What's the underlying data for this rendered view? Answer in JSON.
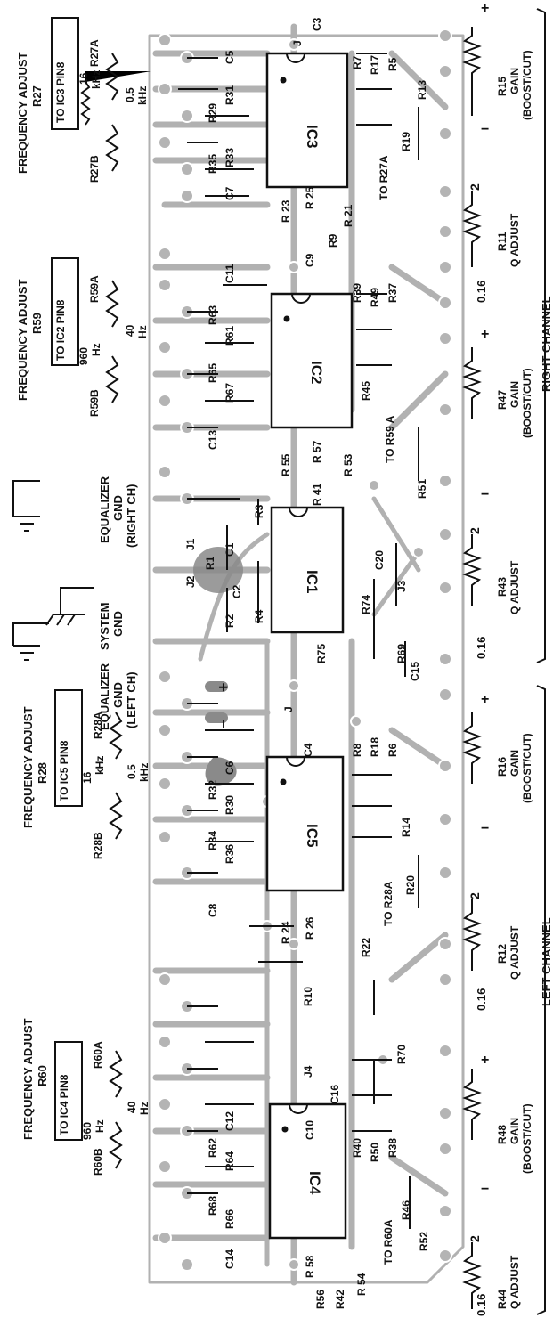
{
  "colors": {
    "ink": "#111111",
    "trace": "#a9a9a9",
    "pad": "#b4b4b4",
    "paper": "#ffffff",
    "blob": "#8a8a8a"
  },
  "channels": {
    "right": "RIGHT CHANNEL",
    "left": "LEFT CHANNEL"
  },
  "ground": {
    "eq_right": [
      "EQUALIZER",
      "GND",
      "(RIGHT CH)"
    ],
    "eq_left": [
      "EQUALIZER",
      "GND",
      "(LEFT CH)"
    ],
    "system": [
      "SYSTEM",
      "GND"
    ]
  },
  "ics": {
    "ic1": "IC1",
    "ic2": "IC2",
    "ic3": "IC3",
    "ic4": "IC4",
    "ic5": "IC5"
  },
  "freq_blocks": {
    "r27": {
      "title": "FREQUENCY ADJUST",
      "ref": "R27",
      "to_pin": "TO IC3 PIN8",
      "pot_a": "R27A",
      "pot_b": "R27B",
      "hi": [
        "16",
        "kHz"
      ],
      "lo": [
        "0.5",
        "kHz"
      ]
    },
    "r59": {
      "title": "FREQUENCY ADJUST",
      "ref": "R59",
      "to_pin": "TO IC2 PIN8",
      "pot_a": "R59A",
      "pot_b": "R59B",
      "hi": [
        "960",
        "Hz"
      ],
      "lo": [
        "40",
        "Hz"
      ]
    },
    "r28": {
      "title": "FREQUENCY ADJUST",
      "ref": "R28",
      "to_pin": "TO IC5 PIN8",
      "pot_a": "R28A",
      "pot_b": "R28B",
      "hi": [
        "16",
        "kHz"
      ],
      "lo": [
        "0.5",
        "kHz"
      ]
    },
    "r60": {
      "title": "FREQUENCY ADJUST",
      "ref": "R60",
      "to_pin": "TO IC4 PIN8",
      "pot_a": "R60A",
      "pot_b": "R60B",
      "hi": [
        "960",
        "Hz"
      ],
      "lo": [
        "40",
        "Hz"
      ]
    }
  },
  "bottom_pots": {
    "r15": {
      "ref": "R15",
      "name": [
        "GAIN",
        "(BOOST/CUT)"
      ],
      "plus": "+",
      "minus": "−"
    },
    "r11": {
      "ref": "R11",
      "name": [
        "Q ADJUST"
      ],
      "val_hi": "2",
      "val_lo": "0.16"
    },
    "r47": {
      "ref": "R47",
      "name": [
        "GAIN",
        "(BOOST/CUT)"
      ],
      "plus": "+",
      "minus": "−"
    },
    "r43": {
      "ref": "R43",
      "name": [
        "Q ADJUST"
      ],
      "val_hi": "2",
      "val_lo": "0.16"
    },
    "r16": {
      "ref": "R16",
      "name": [
        "GAIN",
        "(BOOST/CUT)"
      ],
      "plus": "+",
      "minus": "−"
    },
    "r12": {
      "ref": "R12",
      "name": [
        "Q ADJUST"
      ],
      "val_hi": "2",
      "val_lo": "0.16"
    },
    "r48": {
      "ref": "R48",
      "name": [
        "GAIN",
        "(BOOST/CUT)"
      ],
      "plus": "+",
      "minus": "−"
    },
    "r44": {
      "ref": "R44",
      "name": [
        "Q ADJUST"
      ],
      "val_hi": "2",
      "val_lo": "0.16"
    }
  },
  "parts": {
    "C3": "C3",
    "C5": "C5",
    "C7": "C7",
    "C9": "C9",
    "C11": "C11",
    "C13": "C13",
    "C1": "C1",
    "C2": "C2",
    "C20": "C20",
    "C15": "C15",
    "C4": "C4",
    "C6": "C6",
    "C8": "C8",
    "C10": "C10",
    "C12": "C12",
    "C14": "C14",
    "C16": "C16",
    "R7": "R7",
    "R17": "R17",
    "R5": "R5",
    "R13": "R13",
    "R19": "R19",
    "R31": "R31",
    "R29": "R29",
    "R33": "R33",
    "R35": "R35",
    "R23": "R 23",
    "R25": "R 25",
    "R21": "R 21",
    "R9": "R9",
    "to_r27a": "TO R27A",
    "R39": "R39",
    "R49": "R49",
    "R37": "R37",
    "R63": "R63",
    "R61": "R61",
    "R65": "R65",
    "R67": "R67",
    "R45": "R45",
    "to_r59a": "TO R59 A",
    "R55": "R 55",
    "R57": "R 57",
    "R41": "R 41",
    "R53": "R 53",
    "R51": "R51",
    "R3": "R3",
    "R1": "R1",
    "R4": "R4",
    "R2": "R2",
    "R74": "R74",
    "R75": "R75",
    "R69": "R69",
    "J1": "J1",
    "J2": "J2",
    "J3": "J3",
    "J4": "J4",
    "J": "J",
    "R8": "R8",
    "R18": "R18",
    "R6": "R6",
    "R14": "R14",
    "R32": "R32",
    "R30": "R30",
    "R34": "R34",
    "R36": "R36",
    "R24": "R 24",
    "R26": "R 26",
    "R22": "R22",
    "to_r28a": "TO R28A",
    "R20": "R20",
    "R10": "R10",
    "R70": "R70",
    "R40": "R40",
    "R50": "R50",
    "R38": "R38",
    "R46": "R46",
    "R52": "R52",
    "R62": "R62",
    "R64": "R64",
    "R68": "R68",
    "R66": "R66",
    "R56": "R56",
    "R58": "R 58",
    "R54": "R 54",
    "R42": "R42",
    "to_r60a": "TO R60A",
    "plus": "+",
    "minus": "−"
  }
}
